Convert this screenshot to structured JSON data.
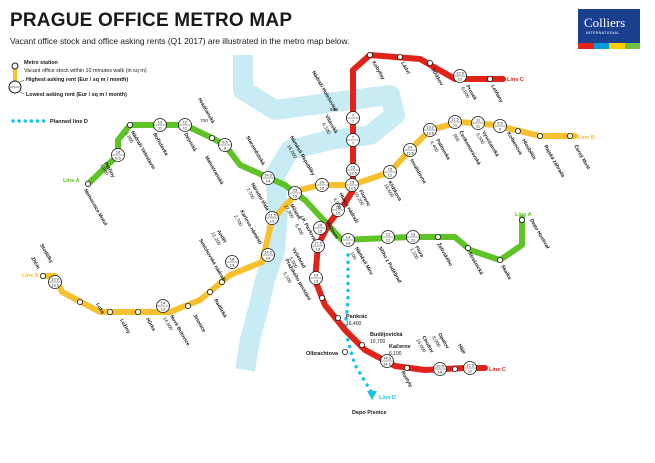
{
  "title": "PRAGUE OFFICE METRO MAP",
  "subtitle": "Vacant office stock and office asking rents (Q1 2017) are illustrated in the metro map below.",
  "logo": {
    "name": "Colliers",
    "sub": "INTERNATIONAL",
    "colors": [
      "#e2231a",
      "#009cdd",
      "#ffcd00",
      "#71bf44"
    ]
  },
  "legend": {
    "station": "Metro station",
    "stock": "Vacant office stock within 10 minutes walk (in sq m)",
    "highest": "Highest asking rent (Eur / sq m / month)",
    "lowest": "Lowest asking rent (Eur / sq m / month)",
    "planned": "Planned line D"
  },
  "colors": {
    "lineA": "#5fc226",
    "lineB": "#f7c02e",
    "lineC": "#e2231a",
    "lineD": "#19c3e6",
    "river": "#c8ecf4"
  },
  "line_labels": {
    "a_west": "Line A",
    "a_east": "Line A",
    "b_west": "Line B",
    "b_east": "Line B",
    "c_north": "Line C",
    "c_south": "Line C",
    "d": "Line D"
  },
  "stations": {
    "nemocnice_motol": {
      "name": "Nemocnice Motol"
    },
    "petriny": {
      "name": "Petřiny",
      "rents": [
        "10",
        "9.5"
      ],
      "stock": "5,900"
    },
    "nadrazi_veleslavin": {
      "name": "Nádraží Veleslavín",
      "stock": "1,800"
    },
    "borislavka": {
      "name": "Bořislavka",
      "rents": [
        "12",
        "11"
      ]
    },
    "dejvicka": {
      "name": "Dejvická",
      "rents": [
        "12",
        "12"
      ]
    },
    "hradcanska": {
      "name": "Hradčanská",
      "stock": "700"
    },
    "malostranska": {
      "name": "Malostranská",
      "rents": [
        "9.5",
        "9"
      ]
    },
    "staromestska": {
      "name": "Staroměstská",
      "rents": [
        "14.5",
        "14"
      ]
    },
    "mustek": {
      "name": "Můstek",
      "rents": [
        "23",
        "15"
      ],
      "stock": "27,900"
    },
    "muzeum": {
      "name": "Muzeum",
      "rents": [
        "19",
        "15"
      ]
    },
    "namesti_miru": {
      "name": "Náměstí Míru",
      "rents": [
        "14",
        "14"
      ],
      "stock": "100"
    },
    "jiriho": {
      "name": "Jiřího z Poděbrad",
      "rents": [
        "12",
        "12"
      ]
    },
    "flora": {
      "name": "Flora",
      "stock": "1,100"
    },
    "zelivskeho": {
      "name": "Želivského"
    },
    "strasnicka": {
      "name": "Strašnická"
    },
    "skalka": {
      "name": "Skalka"
    },
    "depo_hostivar": {
      "name": "Depo Hostivař"
    },
    "zlicin": {
      "name": "Zličín"
    },
    "stodulky": {
      "name": "Stodůlky",
      "rents": [
        "13.9",
        "13.5"
      ]
    },
    "luka": {
      "name": "Luka"
    },
    "lucny": {
      "name": "Lužiny"
    },
    "hurka": {
      "name": "Hůrka"
    },
    "nove_butovice": {
      "name": "Nové Butovice",
      "rents": [
        "14",
        "13"
      ],
      "stock": "14,800"
    },
    "jinonice": {
      "name": "Jinonice"
    },
    "radlicka": {
      "name": "Radlická"
    },
    "smichovske_nadrazi": {
      "name": "Smíchovské nádraží"
    },
    "andel": {
      "name": "Anděl",
      "rents": [
        "16",
        "13"
      ],
      "stock": "12,200"
    },
    "karlovo_namesti": {
      "name": "Karlovo náměstí",
      "rents": [
        "14.5",
        "14"
      ],
      "stock": "2,700"
    },
    "narodni_trida": {
      "name": "Národní třída",
      "rents": [
        "21.5",
        "12"
      ],
      "stock": "7,700"
    },
    "namesti_republiky": {
      "name": "Náměstí Republiky",
      "rents": [
        "19",
        "15"
      ],
      "stock": "16,000"
    },
    "florenc": {
      "name": "Florenc",
      "rents": [
        "15",
        "13.5"
      ],
      "stock": "10,200"
    },
    "krizikova": {
      "name": "Křižíkova",
      "rents": [
        "15",
        "12"
      ]
    },
    "invalidovna": {
      "name": "Invalidovna",
      "rents": [
        "14",
        "13.5"
      ]
    },
    "palmovka": {
      "name": "Palmovka",
      "rents": [
        "13.6",
        "13.6"
      ],
      "stock": "4,400"
    },
    "ceskomoravska": {
      "name": "Českomoravská",
      "rents": [
        "11.5",
        "11"
      ],
      "stock": "900"
    },
    "vysocanska": {
      "name": "Vysočanská",
      "stock": "5,500"
    },
    "kolbenova": {
      "name": "Kolbenova",
      "rents": [
        "9.5",
        "9"
      ]
    },
    "hloubetin": {
      "name": "Hloubětín"
    },
    "rajska_zahrada": {
      "name": "Rajská zahrada"
    },
    "cerny_most": {
      "name": "Černý Most"
    },
    "hlavni_nadrazi": {
      "name": "Hlavní nádraží",
      "stock": "4,900"
    },
    "i_p_pavlova": {
      "name": "I.P. Pavlova",
      "rents": [
        "17.5",
        "13"
      ],
      "stock": "6,400"
    },
    "vysehrad": {
      "name": "Vyšehrad",
      "rents": [
        "14",
        "13"
      ],
      "stock": "5,800"
    },
    "prazskeho_povstani": {
      "name": "Pražského povstání",
      "stock": "5,100"
    },
    "pankrac": {
      "name": "Pankrác",
      "stock": "16,400"
    },
    "budejovicka": {
      "name": "Budějovická",
      "stock": "10,700"
    },
    "kacerov": {
      "name": "Kačerov",
      "rents": [
        "14.6",
        "14.5"
      ],
      "stock": "6,100"
    },
    "roztyly": {
      "name": "Roztyly"
    },
    "chodov": {
      "name": "Chodov",
      "rents": [
        "16.5",
        "16"
      ],
      "stock": "15,000"
    },
    "opatov": {
      "name": "Opatov",
      "stock": "8,000"
    },
    "haje": {
      "name": "Háje",
      "rents": [
        "12.5",
        "11"
      ]
    },
    "vltavska": {
      "name": "Vltavská",
      "rents": [
        "7",
        "7"
      ],
      "stock": "6,100"
    },
    "nadrazi_holesovice": {
      "name": "Nádraží Holešovice",
      "stock": "600"
    },
    "kobylisy": {
      "name": "Kobylisy"
    },
    "ladvi": {
      "name": "Ládví"
    },
    "strizkov": {
      "name": "Střížkov"
    },
    "prosek": {
      "name": "Prosek",
      "rents": [
        "12.5",
        "12"
      ],
      "stock": "6,600"
    },
    "letnany": {
      "name": "Letňany"
    },
    "olbrachtova": {
      "name": "Olbrachtova"
    },
    "depo_pisnice": {
      "name": "Depo Písnice"
    }
  }
}
